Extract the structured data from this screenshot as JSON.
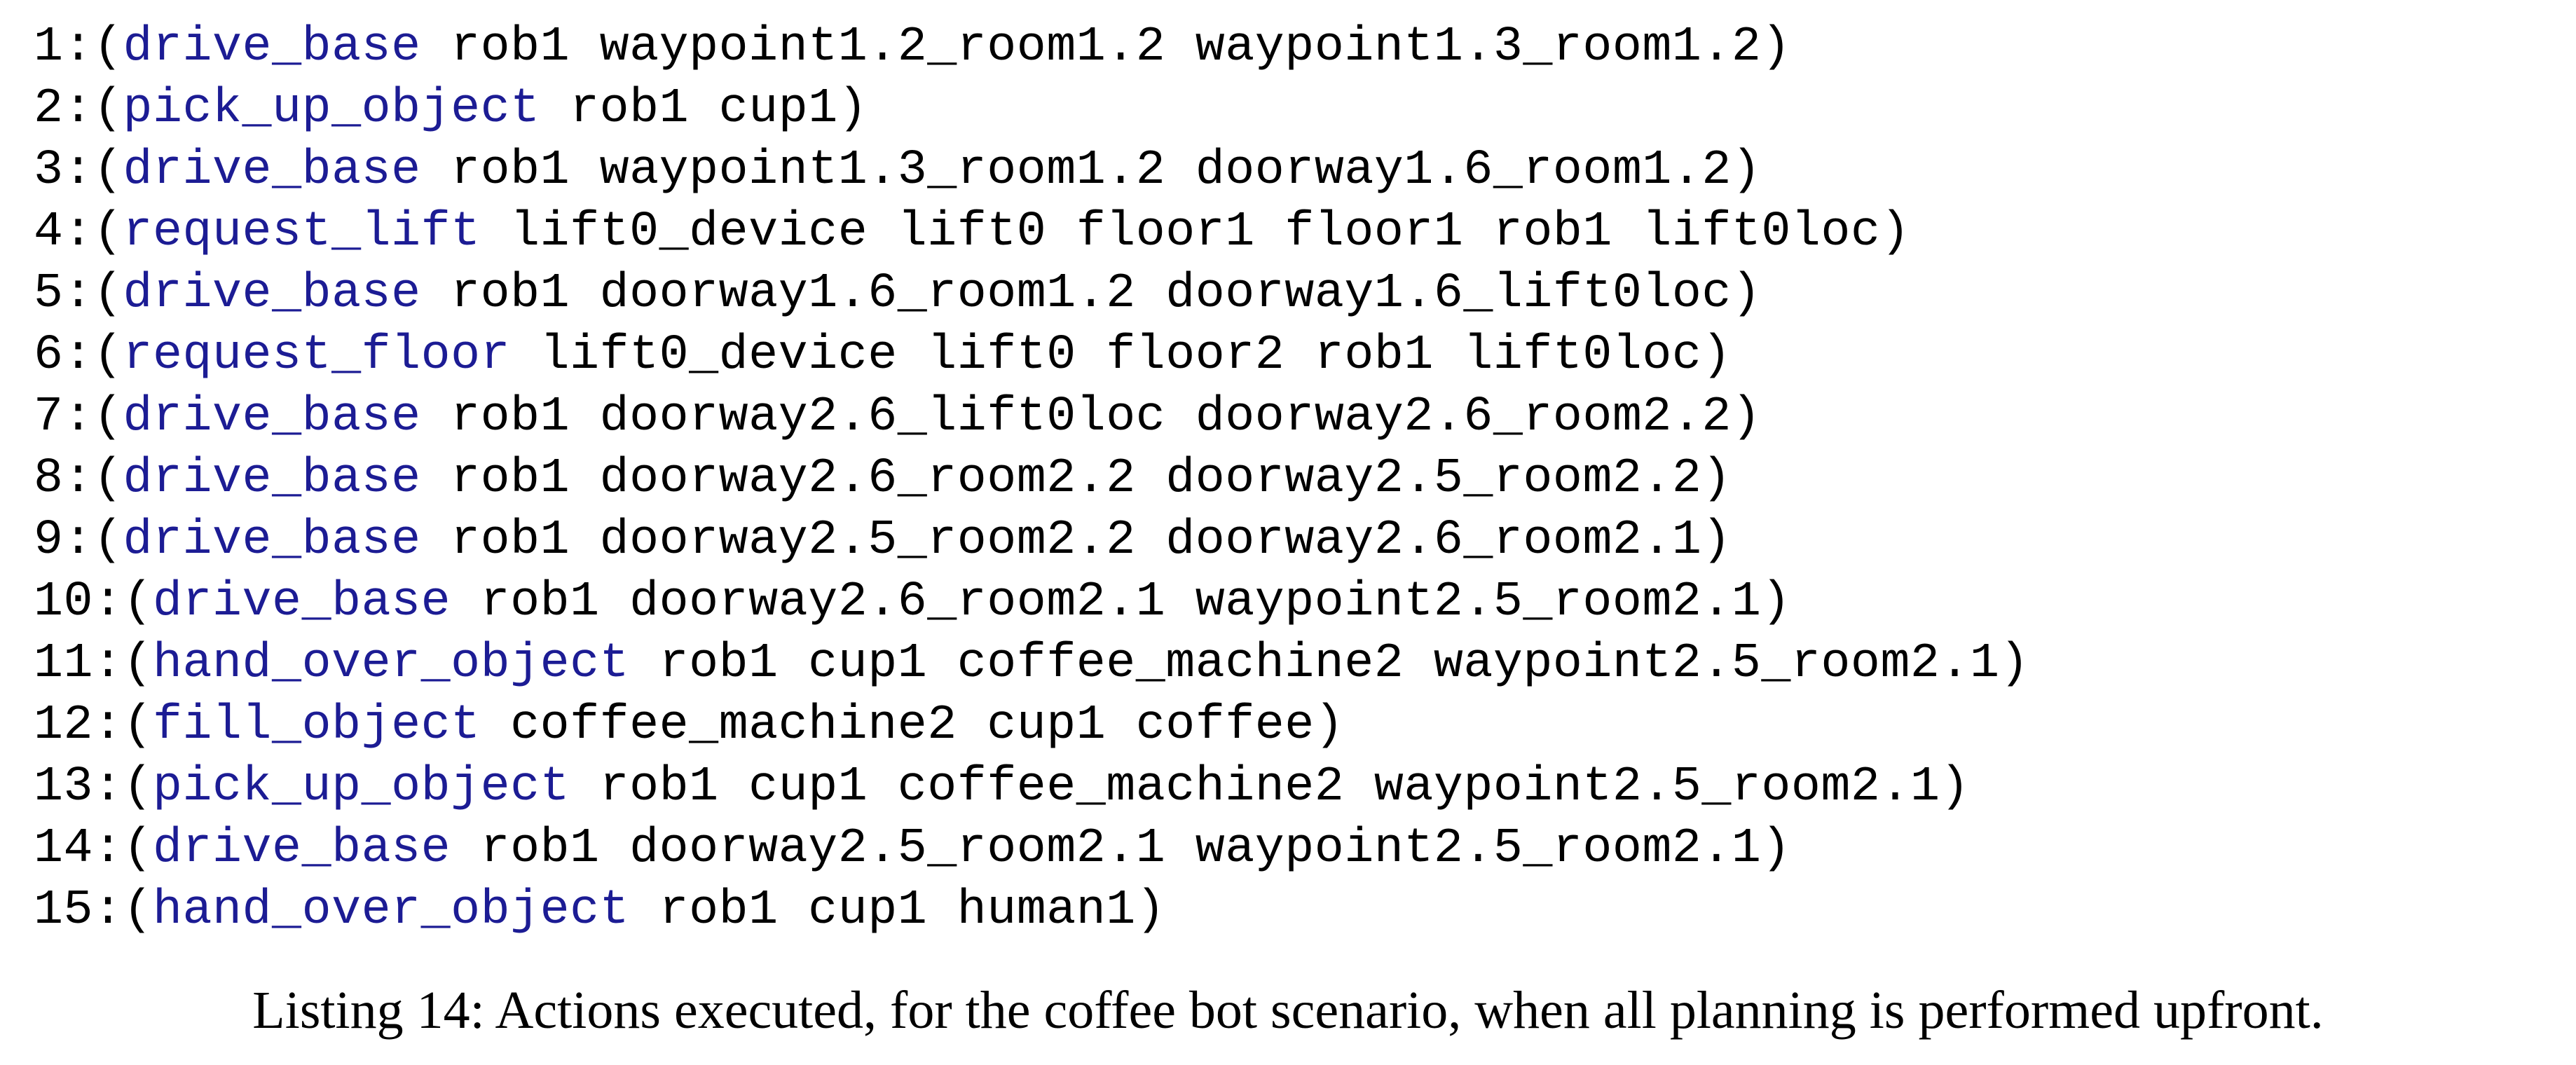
{
  "listing": {
    "caption": "Listing 14: Actions executed, for the coffee bot scenario, when all planning is performed upfront.",
    "colors": {
      "keyword": "#1c1c94",
      "text": "#000000",
      "background": "#ffffff"
    },
    "lines": [
      {
        "prefix": "1:(",
        "keyword": "drive_base",
        "suffix": " rob1 waypoint1.2_room1.2 waypoint1.3_room1.2)"
      },
      {
        "prefix": "2:(",
        "keyword": "pick_up_object",
        "suffix": " rob1 cup1)"
      },
      {
        "prefix": "3:(",
        "keyword": "drive_base",
        "suffix": " rob1 waypoint1.3_room1.2 doorway1.6_room1.2)"
      },
      {
        "prefix": "4:(",
        "keyword": "request_lift",
        "suffix": " lift0_device lift0 floor1 floor1 rob1 lift0loc)"
      },
      {
        "prefix": "5:(",
        "keyword": "drive_base",
        "suffix": " rob1 doorway1.6_room1.2 doorway1.6_lift0loc)"
      },
      {
        "prefix": "6:(",
        "keyword": "request_floor",
        "suffix": " lift0_device lift0 floor2 rob1 lift0loc)"
      },
      {
        "prefix": "7:(",
        "keyword": "drive_base",
        "suffix": " rob1 doorway2.6_lift0loc doorway2.6_room2.2)"
      },
      {
        "prefix": "8:(",
        "keyword": "drive_base",
        "suffix": " rob1 doorway2.6_room2.2 doorway2.5_room2.2)"
      },
      {
        "prefix": "9:(",
        "keyword": "drive_base",
        "suffix": " rob1 doorway2.5_room2.2 doorway2.6_room2.1)"
      },
      {
        "prefix": "10:(",
        "keyword": "drive_base",
        "suffix": " rob1 doorway2.6_room2.1 waypoint2.5_room2.1)"
      },
      {
        "prefix": "11:(",
        "keyword": "hand_over_object",
        "suffix": " rob1 cup1 coffee_machine2 waypoint2.5_room2.1)"
      },
      {
        "prefix": "12:(",
        "keyword": "fill_object",
        "suffix": " coffee_machine2 cup1 coffee)"
      },
      {
        "prefix": "13:(",
        "keyword": "pick_up_object",
        "suffix": " rob1 cup1 coffee_machine2 waypoint2.5_room2.1)"
      },
      {
        "prefix": "14:(",
        "keyword": "drive_base",
        "suffix": " rob1 doorway2.5_room2.1 waypoint2.5_room2.1)"
      },
      {
        "prefix": "15:(",
        "keyword": "hand_over_object",
        "suffix": " rob1 cup1 human1)"
      }
    ]
  }
}
